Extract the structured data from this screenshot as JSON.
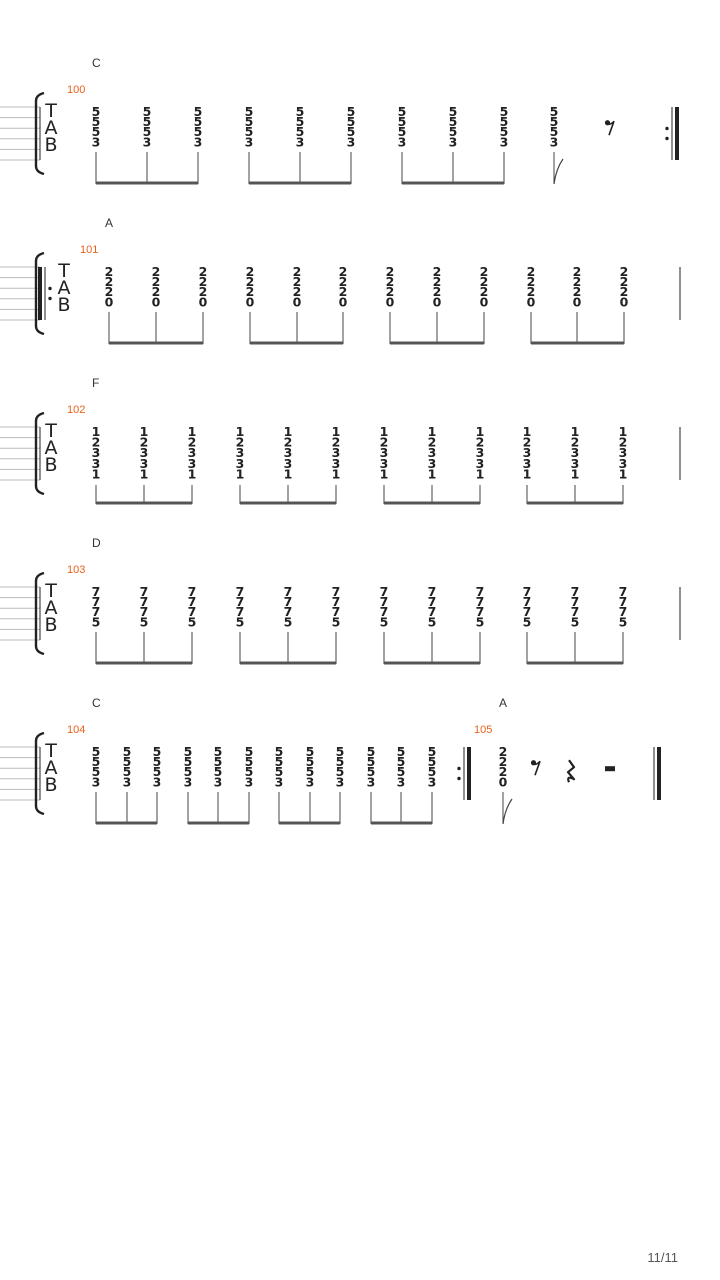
{
  "page_number": "11/11",
  "colors": {
    "measure_number": "#e8621c",
    "ink": "#222222",
    "staff_line": "#bbbbbb"
  },
  "tab_label": [
    "T",
    "A",
    "B"
  ],
  "systems": [
    {
      "chord": "C",
      "measures": [
        {
          "number": "100",
          "repeat_end": true,
          "beats": [
            [
              "5",
              "5",
              "5",
              "3"
            ],
            [
              "5",
              "5",
              "5",
              "3"
            ],
            [
              "5",
              "5",
              "5",
              "3"
            ],
            [
              "5",
              "5",
              "5",
              "3"
            ],
            [
              "5",
              "5",
              "5",
              "3"
            ],
            [
              "5",
              "5",
              "5",
              "3"
            ],
            [
              "5",
              "5",
              "5",
              "3"
            ],
            [
              "5",
              "5",
              "5",
              "3"
            ],
            [
              "5",
              "5",
              "5",
              "3"
            ],
            [
              "5",
              "5",
              "5",
              "3"
            ]
          ],
          "rest": "eighth"
        }
      ]
    },
    {
      "chord": "A",
      "measures": [
        {
          "number": "101",
          "repeat_start": true,
          "beats": [
            [
              "2",
              "2",
              "2",
              "0"
            ],
            [
              "2",
              "2",
              "2",
              "0"
            ],
            [
              "2",
              "2",
              "2",
              "0"
            ],
            [
              "2",
              "2",
              "2",
              "0"
            ],
            [
              "2",
              "2",
              "2",
              "0"
            ],
            [
              "2",
              "2",
              "2",
              "0"
            ],
            [
              "2",
              "2",
              "2",
              "0"
            ],
            [
              "2",
              "2",
              "2",
              "0"
            ],
            [
              "2",
              "2",
              "2",
              "0"
            ],
            [
              "2",
              "2",
              "2",
              "0"
            ],
            [
              "2",
              "2",
              "2",
              "0"
            ],
            [
              "2",
              "2",
              "2",
              "0"
            ]
          ]
        }
      ]
    },
    {
      "chord": "F",
      "measures": [
        {
          "number": "102",
          "beats": [
            [
              "1",
              "2",
              "3",
              "3",
              "1"
            ],
            [
              "1",
              "2",
              "3",
              "3",
              "1"
            ],
            [
              "1",
              "2",
              "3",
              "3",
              "1"
            ],
            [
              "1",
              "2",
              "3",
              "3",
              "1"
            ],
            [
              "1",
              "2",
              "3",
              "3",
              "1"
            ],
            [
              "1",
              "2",
              "3",
              "3",
              "1"
            ],
            [
              "1",
              "2",
              "3",
              "3",
              "1"
            ],
            [
              "1",
              "2",
              "3",
              "3",
              "1"
            ],
            [
              "1",
              "2",
              "3",
              "3",
              "1"
            ],
            [
              "1",
              "2",
              "3",
              "3",
              "1"
            ],
            [
              "1",
              "2",
              "3",
              "3",
              "1"
            ],
            [
              "1",
              "2",
              "3",
              "3",
              "1"
            ]
          ]
        }
      ]
    },
    {
      "chord": "D",
      "measures": [
        {
          "number": "103",
          "beats": [
            [
              "7",
              "7",
              "7",
              "5"
            ],
            [
              "7",
              "7",
              "7",
              "5"
            ],
            [
              "7",
              "7",
              "7",
              "5"
            ],
            [
              "7",
              "7",
              "7",
              "5"
            ],
            [
              "7",
              "7",
              "7",
              "5"
            ],
            [
              "7",
              "7",
              "7",
              "5"
            ],
            [
              "7",
              "7",
              "7",
              "5"
            ],
            [
              "7",
              "7",
              "7",
              "5"
            ],
            [
              "7",
              "7",
              "7",
              "5"
            ],
            [
              "7",
              "7",
              "7",
              "5"
            ],
            [
              "7",
              "7",
              "7",
              "5"
            ],
            [
              "7",
              "7",
              "7",
              "5"
            ]
          ]
        }
      ]
    },
    {
      "chord": "C",
      "chord2": "A",
      "measures": [
        {
          "number": "104",
          "repeat_end": true,
          "beats": [
            [
              "5",
              "5",
              "5",
              "3"
            ],
            [
              "5",
              "5",
              "5",
              "3"
            ],
            [
              "5",
              "5",
              "5",
              "3"
            ],
            [
              "5",
              "5",
              "5",
              "3"
            ],
            [
              "5",
              "5",
              "5",
              "3"
            ],
            [
              "5",
              "5",
              "5",
              "3"
            ],
            [
              "5",
              "5",
              "5",
              "3"
            ],
            [
              "5",
              "5",
              "5",
              "3"
            ],
            [
              "5",
              "5",
              "5",
              "3"
            ],
            [
              "5",
              "5",
              "5",
              "3"
            ],
            [
              "5",
              "5",
              "5",
              "3"
            ],
            [
              "5",
              "5",
              "5",
              "3"
            ]
          ]
        },
        {
          "number": "105",
          "final": true,
          "beats": [
            [
              "2",
              "2",
              "2",
              "0"
            ]
          ],
          "rests": [
            "eighth",
            "quarter",
            "half"
          ]
        }
      ]
    }
  ]
}
